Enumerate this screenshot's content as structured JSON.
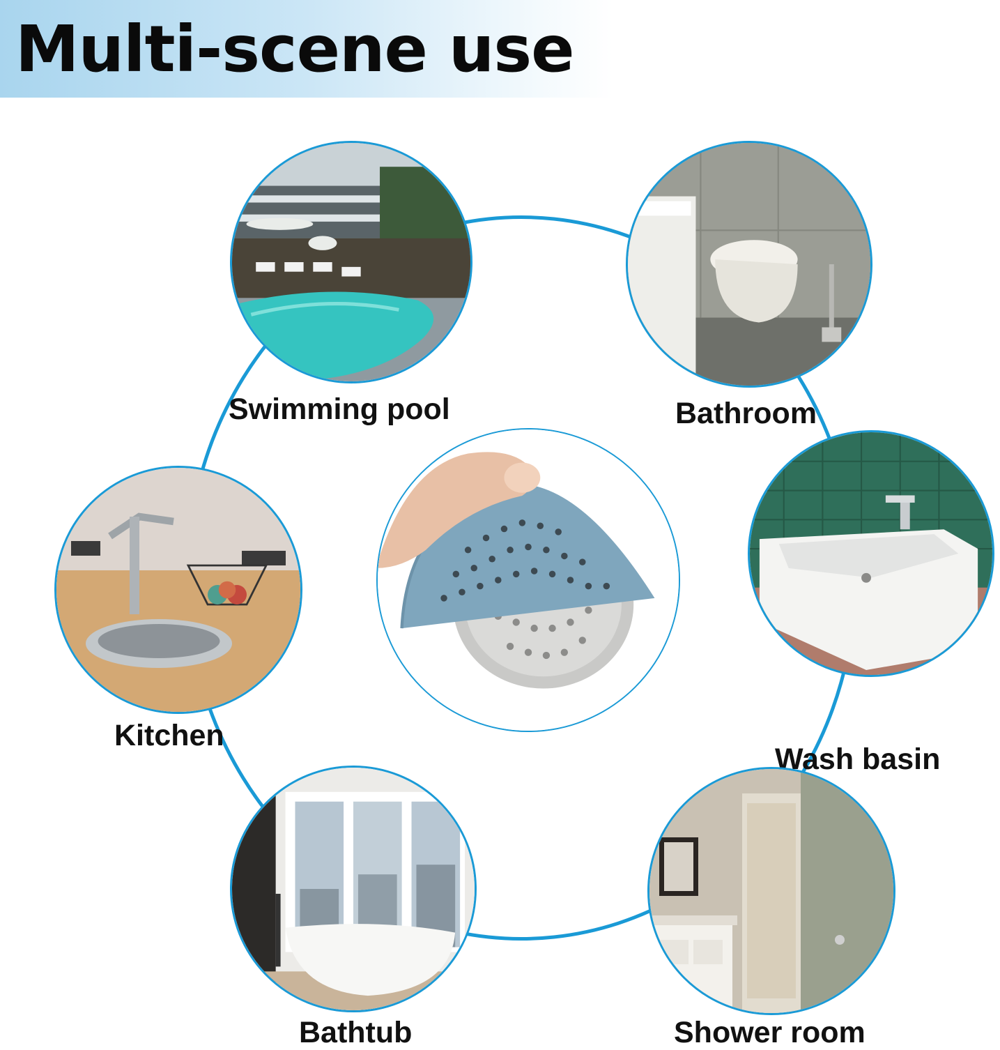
{
  "banner": {
    "title": "Multi-scene use"
  },
  "scenes": {
    "pool": {
      "label": "Swimming pool"
    },
    "bathroom": {
      "label": "Bathroom"
    },
    "kitchen": {
      "label": "Kitchen"
    },
    "wash_basin": {
      "label": "Wash basin"
    },
    "bathtub": {
      "label": "Bathtub"
    },
    "shower": {
      "label": "Shower room"
    }
  },
  "center": {
    "image": "drain-cover-photo"
  },
  "colors": {
    "accent": "#1a9ad6",
    "banner_gradient_start": "#a9d5ee"
  }
}
